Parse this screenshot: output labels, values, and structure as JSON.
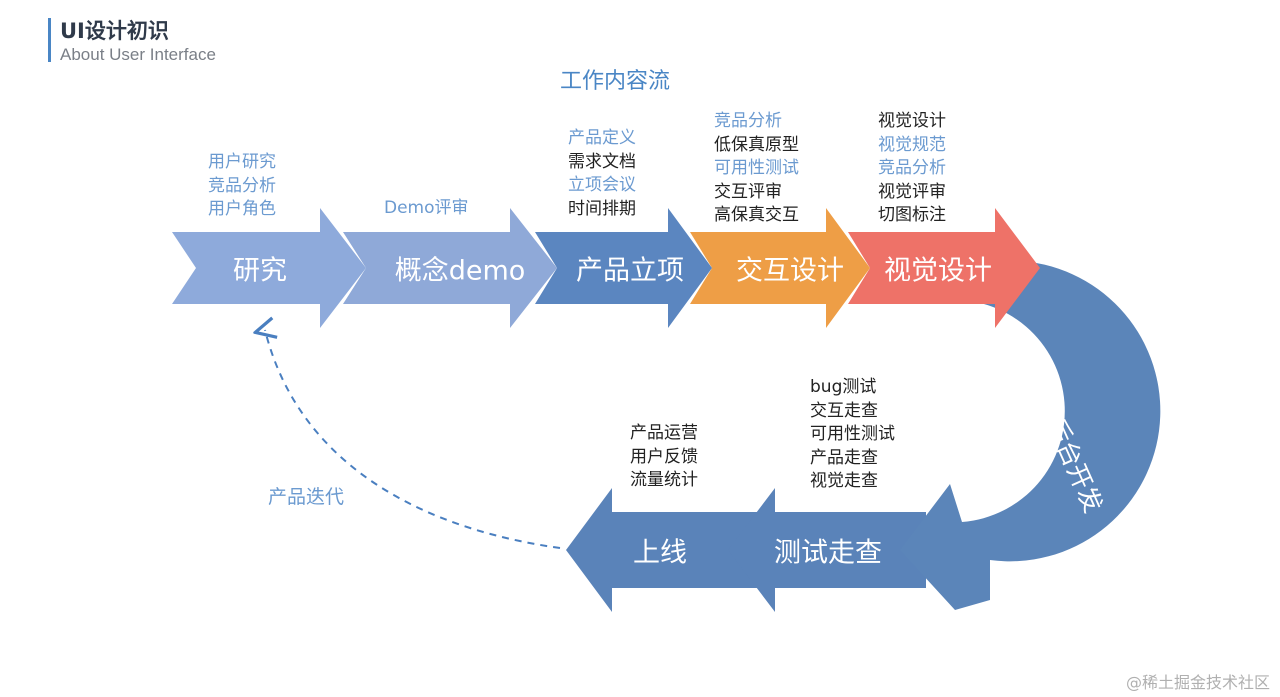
{
  "header": {
    "title": "UI设计初识",
    "subtitle": "About User Interface"
  },
  "flow_title": "工作内容流",
  "colors": {
    "research": "#8eaadb",
    "concept": "#8fa9d8",
    "product": "#5b86c0",
    "interaction": "#ee9e46",
    "visual": "#ee7268",
    "dev": "#5b85b9",
    "testing": "#5a83b9",
    "launch": "#5a83b9",
    "accent_text": "#6b9ad0"
  },
  "stages": {
    "research": "研究",
    "concept": "概念demo",
    "product": "产品立项",
    "interaction": "交互设计",
    "visual": "视觉设计",
    "dev": "前端/后台开发",
    "testing": "测试走查",
    "launch": "上线"
  },
  "labels": {
    "research": [
      "用户研究",
      "竞品分析",
      "用户角色"
    ],
    "concept": [
      "Demo评审"
    ],
    "product": [
      {
        "text": "产品定义",
        "tone": "blue"
      },
      {
        "text": "需求文档",
        "tone": "dark"
      },
      {
        "text": "立项会议",
        "tone": "blue"
      },
      {
        "text": "时间排期",
        "tone": "dark"
      }
    ],
    "interaction": [
      {
        "text": "竞品分析",
        "tone": "blue"
      },
      {
        "text": "低保真原型",
        "tone": "dark"
      },
      {
        "text": "可用性测试",
        "tone": "blue"
      },
      {
        "text": "交互评审",
        "tone": "dark"
      },
      {
        "text": "高保真交互",
        "tone": "dark"
      }
    ],
    "visual": [
      {
        "text": "视觉设计",
        "tone": "dark"
      },
      {
        "text": "视觉规范",
        "tone": "blue"
      },
      {
        "text": "竞品分析",
        "tone": "blue"
      },
      {
        "text": "视觉评审",
        "tone": "dark"
      },
      {
        "text": "切图标注",
        "tone": "dark"
      }
    ],
    "testing": [
      "bug测试",
      "交互走查",
      "可用性测试",
      "产品走查",
      "视觉走查"
    ],
    "launch": [
      "产品运营",
      "用户反馈",
      "流量统计"
    ],
    "iteration": "产品迭代"
  },
  "watermark": "@稀土掘金技术社区"
}
